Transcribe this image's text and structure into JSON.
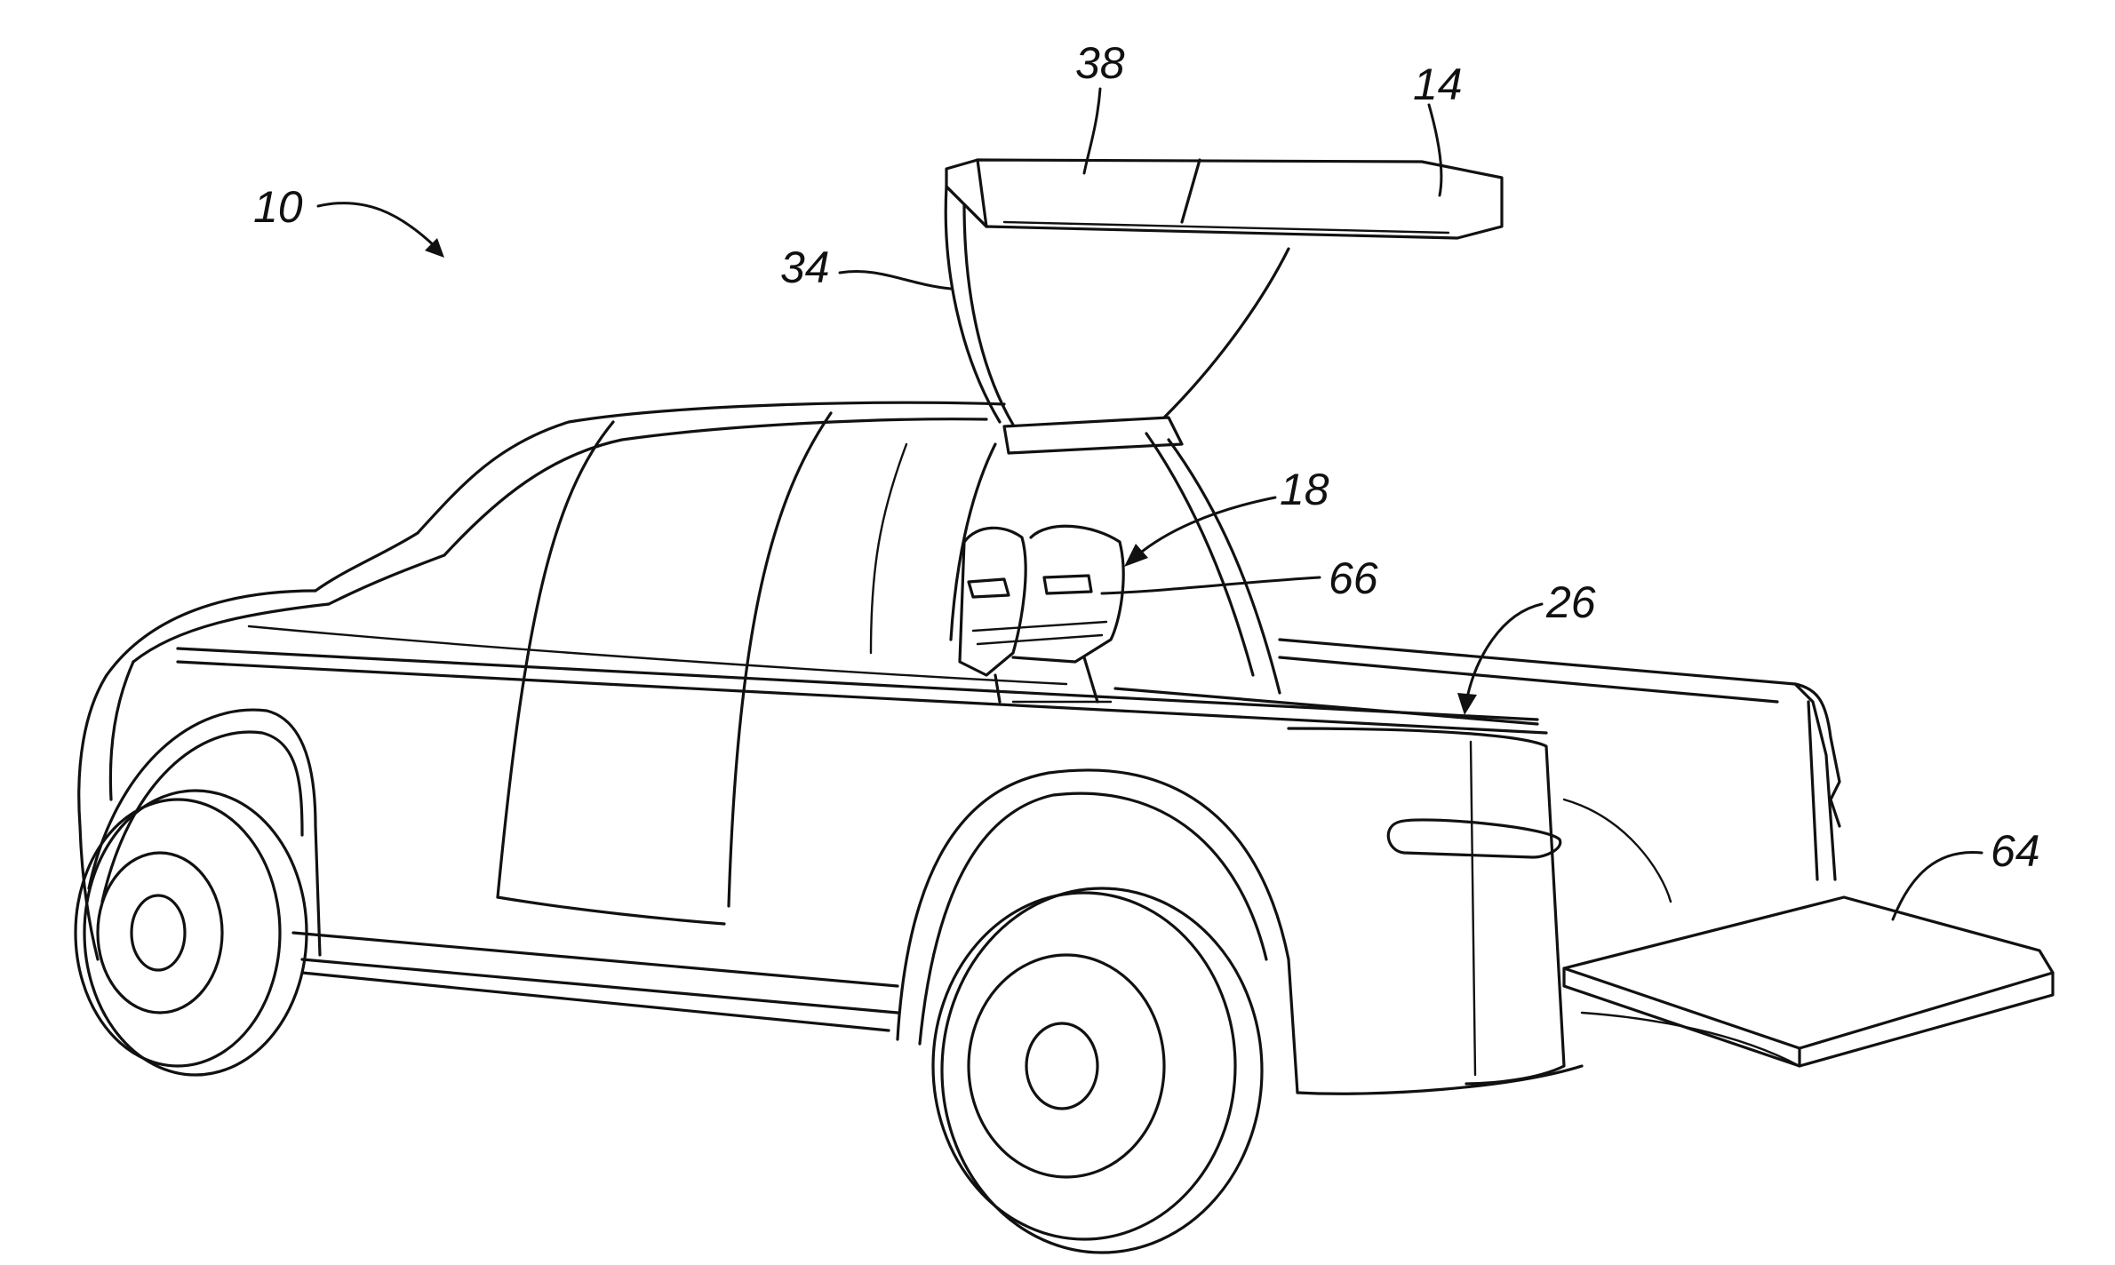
{
  "figure": {
    "reference_numerals": {
      "vehicle": "10",
      "panel": "14",
      "seats": "18",
      "cargo_bed": "26",
      "support_arm": "34",
      "top_member": "38",
      "extension_platform": "64",
      "seatback_handle": "66"
    },
    "line_color": "#111111",
    "background_color": "#ffffff"
  }
}
